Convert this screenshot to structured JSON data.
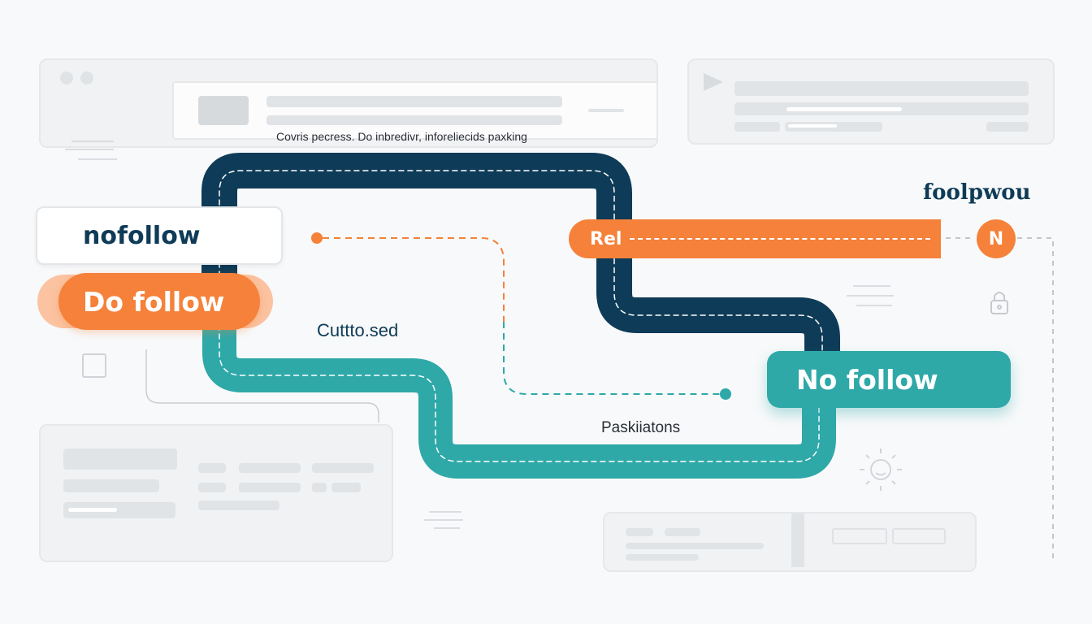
{
  "caption_top": "Covris pecress. Do inbredivr, inforeliecids paxking",
  "brand_logo": "foolpwou",
  "labels": {
    "nofollow": "nofollow",
    "do_follow": "Do follow",
    "rel": "Rel",
    "n_badge": "N",
    "no_follow": "No follow",
    "cutto": "Cuttto.sed",
    "paskilations": "Paskiiatons"
  },
  "colors": {
    "navy": "#0e3b57",
    "teal": "#2fa8a8",
    "orange": "#f5813a",
    "gray_card": "#f1f2f3"
  },
  "icons": [
    "lock-icon",
    "sun-icon",
    "checkbox-icon",
    "play-icon"
  ]
}
